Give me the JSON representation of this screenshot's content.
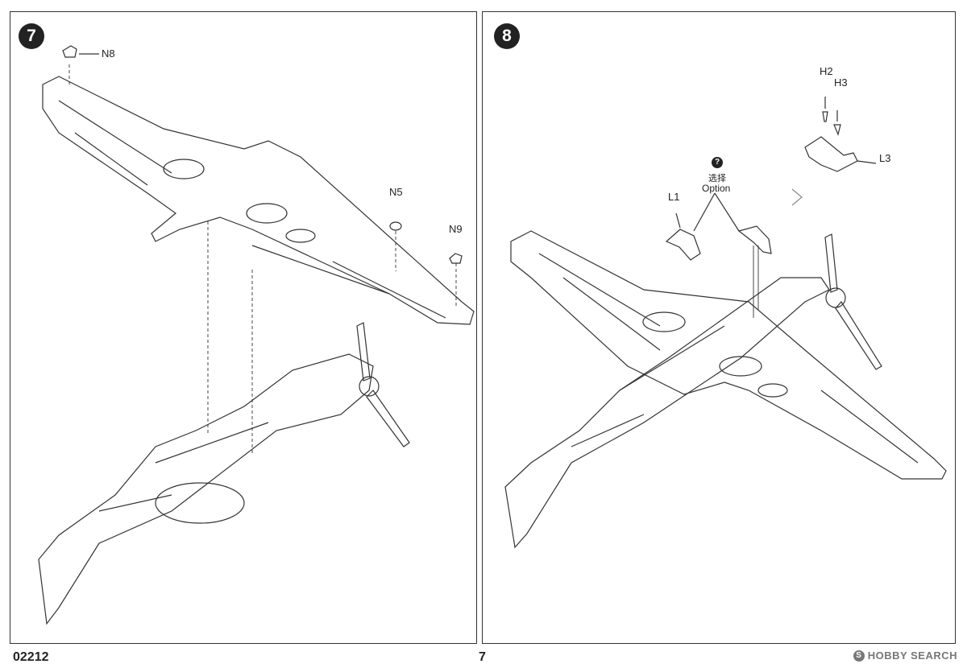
{
  "steps": [
    {
      "number": "7",
      "parts": {
        "n8": "N8",
        "n5": "N5",
        "n9": "N9"
      }
    },
    {
      "number": "8",
      "parts": {
        "h2": "H2",
        "h3": "H3",
        "l3": "L3",
        "l1": "L1"
      },
      "option_badge": "?",
      "option_cn": "选择",
      "option_en": "Option"
    }
  ],
  "footer": {
    "code": "02212",
    "page": "7"
  },
  "watermark": {
    "icon": "S",
    "text": "HOBBY SEARCH"
  }
}
